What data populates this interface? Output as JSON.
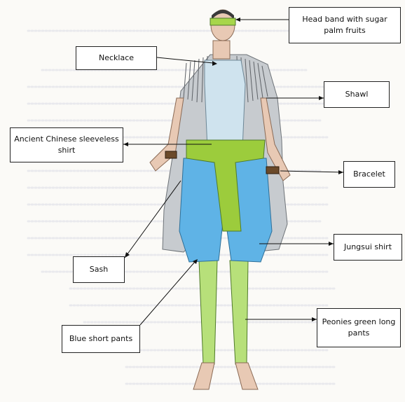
{
  "diagram": {
    "labels": {
      "headband": "Head band with sugar palm fruits",
      "necklace": "Necklace",
      "shawl": "Shawl",
      "sleeveless_shirt": "Ancient Chinese sleeveless shirt",
      "bracelet": "Bracelet",
      "jungsui_shirt": "Jungsui shirt",
      "sash": "Sash",
      "blue_short_pants": "Blue short pants",
      "peonies_long_pants": "Peonies green long pants"
    },
    "colors": {
      "headband_green": "#a7d64a",
      "shawl_gray": "#9aa0a6",
      "shirt_light_blue": "#cfe3ee",
      "pants_blue": "#5fb3e6",
      "sash_green": "#9ccc3c",
      "leg_green": "#b7e07a",
      "skin": "#e8c9b4"
    }
  }
}
